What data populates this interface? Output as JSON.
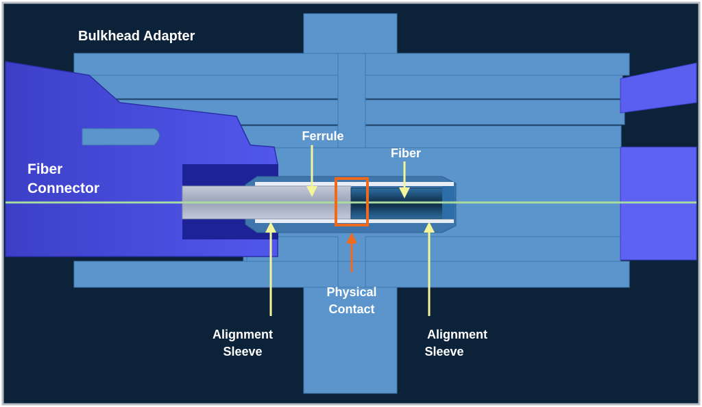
{
  "labels": {
    "bulkhead_adapter": "Bulkhead Adapter",
    "fiber_connector_line1": "Fiber",
    "fiber_connector_line2": "Connector",
    "ferrule": "Ferrule",
    "fiber": "Fiber",
    "physical_contact_line1": "Physical",
    "physical_contact_line2": "Contact",
    "alignment_sleeve_left_line1": "Alignment",
    "alignment_sleeve_left_line2": "Sleeve",
    "alignment_sleeve_right_line1": "Alignment",
    "alignment_sleeve_right_line2": "Sleeve"
  },
  "colors": {
    "background": "#0c2239",
    "adapter_body": "#5b95cb",
    "adapter_edge": "#3f77ad",
    "connector_body": "#4a4ee0",
    "connector_dark": "#1d2396",
    "ferrule_left": "#a9b1c6",
    "ferrule_right": "#1f4d78",
    "sleeve": "#e9eef6",
    "fiber_line": "#a8dba0",
    "annotation_arrow": "#f4f49a",
    "contact_highlight": "#f06a1e",
    "frame": "#b9bec5"
  }
}
